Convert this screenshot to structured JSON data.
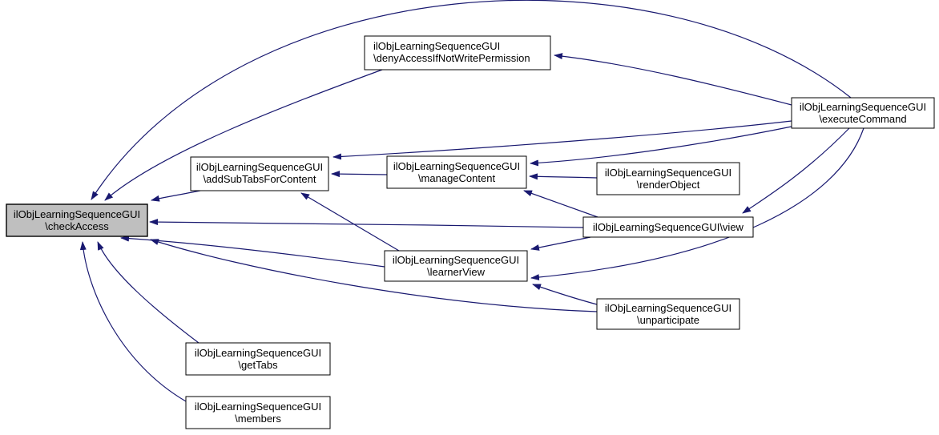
{
  "diagram": {
    "type": "doxygen-caller-graph",
    "root": "ilObjLearningSequenceGUI\\checkAccess",
    "colors": {
      "background": "#ffffff",
      "edge": "#191970",
      "node_border": "#000000",
      "node_fill": "#ffffff",
      "root_fill": "#bfbfbf",
      "text": "#000000"
    },
    "nodes": [
      {
        "id": "checkAccess",
        "is_root": true,
        "line1": "ilObjLearningSequenceGUI",
        "line2": "\\checkAccess"
      },
      {
        "id": "denyAccessIfNotWritePermission",
        "line1": "ilObjLearningSequenceGUI",
        "line2": "\\denyAccessIfNotWritePermission"
      },
      {
        "id": "executeCommand",
        "line1": "ilObjLearningSequenceGUI",
        "line2": "\\executeCommand"
      },
      {
        "id": "addSubTabsForContent",
        "line1": "ilObjLearningSequenceGUI",
        "line2": "\\addSubTabsForContent"
      },
      {
        "id": "manageContent",
        "line1": "ilObjLearningSequenceGUI",
        "line2": "\\manageContent"
      },
      {
        "id": "renderObject",
        "line1": "ilObjLearningSequenceGUI",
        "line2": "\\renderObject"
      },
      {
        "id": "view",
        "label": "ilObjLearningSequenceGUI\\view"
      },
      {
        "id": "learnerView",
        "line1": "ilObjLearningSequenceGUI",
        "line2": "\\learnerView"
      },
      {
        "id": "unparticipate",
        "line1": "ilObjLearningSequenceGUI",
        "line2": "\\unparticipate"
      },
      {
        "id": "getTabs",
        "line1": "ilObjLearningSequenceGUI",
        "line2": "\\getTabs"
      },
      {
        "id": "members",
        "line1": "ilObjLearningSequenceGUI",
        "line2": "\\members"
      }
    ],
    "edges": [
      {
        "from": "executeCommand",
        "to": "checkAccess"
      },
      {
        "from": "executeCommand",
        "to": "denyAccessIfNotWritePermission"
      },
      {
        "from": "executeCommand",
        "to": "addSubTabsForContent"
      },
      {
        "from": "executeCommand",
        "to": "manageContent"
      },
      {
        "from": "executeCommand",
        "to": "view"
      },
      {
        "from": "executeCommand",
        "to": "learnerView"
      },
      {
        "from": "denyAccessIfNotWritePermission",
        "to": "checkAccess"
      },
      {
        "from": "addSubTabsForContent",
        "to": "checkAccess"
      },
      {
        "from": "manageContent",
        "to": "addSubTabsForContent"
      },
      {
        "from": "renderObject",
        "to": "manageContent"
      },
      {
        "from": "view",
        "to": "manageContent"
      },
      {
        "from": "view",
        "to": "checkAccess"
      },
      {
        "from": "view",
        "to": "learnerView"
      },
      {
        "from": "learnerView",
        "to": "addSubTabsForContent"
      },
      {
        "from": "learnerView",
        "to": "checkAccess"
      },
      {
        "from": "unparticipate",
        "to": "learnerView"
      },
      {
        "from": "unparticipate",
        "to": "checkAccess"
      },
      {
        "from": "getTabs",
        "to": "checkAccess"
      },
      {
        "from": "members",
        "to": "checkAccess"
      }
    ]
  }
}
